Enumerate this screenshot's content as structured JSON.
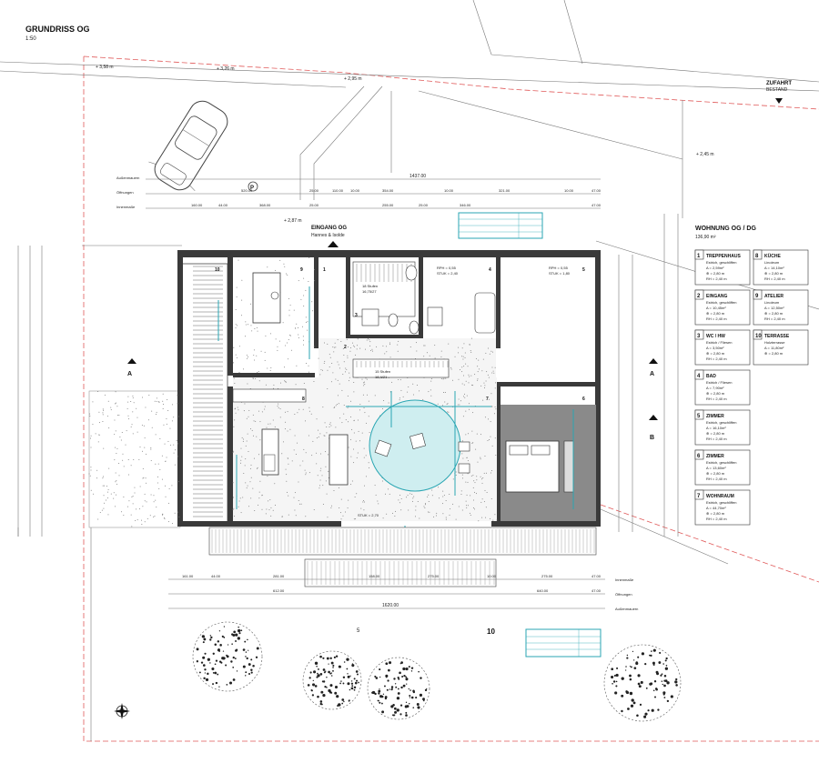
{
  "header": {
    "title": "GRUNDRISS OG",
    "scale": "1:50"
  },
  "labels": {
    "zufahrt": "ZUFAHRT",
    "bestand": "BESTAND",
    "eingang": "EINGANG OG",
    "eingang_sub": "Hannes & Isolde",
    "entrance_level": "+ 2,87 m",
    "top_level_1": "+ 3,58 m",
    "top_level_2": "+ 3,26 m",
    "top_level_3": "+ 2,95 m",
    "right_level": "+ 2,45 m",
    "p_marker": "P",
    "dim_total_top": "1437.00",
    "dim_total_bottom": "1620.00",
    "section_a": "A",
    "section_b": "B",
    "stairs_1": "18 Stufen",
    "stairs_1_b": "16,75/27",
    "stairs_2": "15 Stufen",
    "stairs_2_b": "18,4/21",
    "rph_1": "RPH = 0,55",
    "stuk_1": "STUK = 2,40",
    "rph_2": "RPH = 0,55",
    "stuk_2": "STUK = 1,80",
    "stuk_bottom": "STUK = 2,70",
    "row_labels": [
      "Außenmauern",
      "Öffnungen",
      "Innenmaße"
    ]
  },
  "room_numbers": [
    "1",
    "2",
    "3",
    "4",
    "5",
    "6",
    "7",
    "8",
    "9",
    "10"
  ],
  "wohnung": {
    "title": "WOHNUNG OG / DG",
    "area": "136,90 m²",
    "rooms": [
      {
        "no": "1",
        "name": "TREPPENHAUS",
        "floor": "Estrich, geschliffen",
        "a": "A = 2,59m²",
        "h": "⊕ = 2,80 m",
        "rh": "RH = 2,40 m"
      },
      {
        "no": "2",
        "name": "EINGANG",
        "floor": "Estrich, geschliffen",
        "a": "A = 10,45m²",
        "h": "⊕ = 2,80 m",
        "rh": "RH = 2,40 m"
      },
      {
        "no": "3",
        "name": "WC / HW",
        "floor": "Estrich / Fliesen",
        "a": "A = 3,50m²",
        "h": "⊕ = 2,80 m",
        "rh": "RH = 2,40 m"
      },
      {
        "no": "4",
        "name": "BAD",
        "floor": "Estrich / Fliesen",
        "a": "A = 7,90m²",
        "h": "⊕ = 2,80 m",
        "rh": "RH = 2,40 m"
      },
      {
        "no": "5",
        "name": "ZIMMER",
        "floor": "Estrich, geschliffen",
        "a": "A = 16,10m²",
        "h": "⊕ = 2,80 m",
        "rh": "RH = 2,40 m"
      },
      {
        "no": "6",
        "name": "ZIMMER",
        "floor": "Estrich, geschliffen",
        "a": "A = 13,60m²",
        "h": "⊕ = 2,80 m",
        "rh": "RH = 2,40 m"
      },
      {
        "no": "7",
        "name": "WOHNRAUM",
        "floor": "Estrich, geschliffen",
        "a": "A = 44,70m²",
        "h": "⊕ = 2,80 m",
        "rh": "RH = 2,40 m"
      },
      {
        "no": "8",
        "name": "KÜCHE",
        "floor": "Linoleum",
        "a": "A = 14,10m²",
        "h": "⊕ = 2,80 m",
        "rh": "RH = 2,40 m"
      },
      {
        "no": "9",
        "name": "ATELIER",
        "floor": "Linoleum",
        "a": "A = 12,50m²",
        "h": "⊕ = 2,80 m",
        "rh": "RH = 2,40 m"
      },
      {
        "no": "10",
        "name": "TERRASSE",
        "floor": "Holzterrasse",
        "a": "A = 11,80m²",
        "h": "⊕ = 2,80 m",
        "rh": ""
      }
    ]
  },
  "dims_top_row1": [
    "520.00",
    "25.00",
    "110.00",
    "10.00",
    "354.00",
    "10.00",
    "321.00",
    "10.00",
    "47.00"
  ],
  "dims_top_row2": [
    "160.00",
    "44.00",
    "368.00",
    "25.00",
    "255.00",
    "25.00",
    "346.00",
    "47.00"
  ],
  "dims_bottom_row1": [
    "161.00",
    "44.00",
    "281.00",
    "158.00",
    "275.00",
    "10.00",
    "275.00",
    "47.00"
  ],
  "dims_bottom_row2": [
    "612.00",
    "640.00",
    "47.00"
  ],
  "tree_labels": [
    "5",
    "10"
  ]
}
